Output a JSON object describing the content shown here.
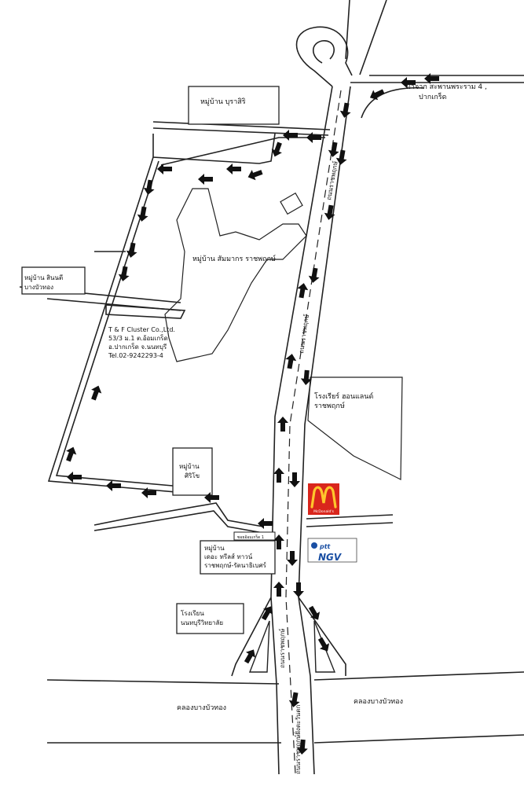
{
  "labels": {
    "village_top": "หมู่บ้าน บุราสิริ",
    "from_road_line1": "มาจาก สะพานพระราม 4 ,",
    "from_road_line2": "ปากเกร็ด",
    "village_main": "หมู่บ้าน สัมมากร ราชพฤกษ์",
    "village_left_line1": "หมู่บ้าน สินนตี",
    "village_left_line2": "บางบัวทอง",
    "company_line1": "T & F Cluster Co.,Ltd.",
    "company_line2": "53/3 ม.1 ต.อ้อมเกร็ด",
    "company_line3": "อ.ปากเกร็ด จ.นนทบุรี",
    "company_line4": "Tel.02-9242293-4",
    "road_name_top": "ถนนราชพฤกษ์",
    "road_name_mid": "ถนนราชพฤกษ์",
    "road_name_low": "ถนนราชพฤกษ์",
    "road_name_bottom": "ถนนราชพฤกษ์ฝั่งตะวันตก",
    "hotel_line1": "โรงเรียร์ ฮอนแลนด์",
    "hotel_line2": "ราชพฤกษ์",
    "village_siri_line1": "หมู่บ้าน",
    "village_siri_line2": "ศิริโข",
    "soi_sign": "ซอยอ้อมเกร็ด 1",
    "village_city_line1": "หมู่บ้าน",
    "village_city_line2": "เดอะ ทรีลส์ ทาวน์",
    "village_city_line3": "ราชพฤกษ์-รัตนาธิเบศร์",
    "school_line1": "โรงเรียน",
    "school_line2": "นนทบุรีวิทยาลัย",
    "canal_left": "คลองบางบัวทอง",
    "canal_right": "คลองบางบัวทอง",
    "mcd_text": "McDonald's",
    "ptt_text": "ptt",
    "ngv_text": "NGV"
  },
  "icons": {
    "mcdonalds": "mcdonalds-logo",
    "ptt_ngv": "ptt-ngv-logo"
  },
  "colors": {
    "line": "#222222",
    "mcd_red": "#d9261c",
    "mcd_yellow": "#ffc72c",
    "ngv_blue": "#1a4fa3"
  }
}
